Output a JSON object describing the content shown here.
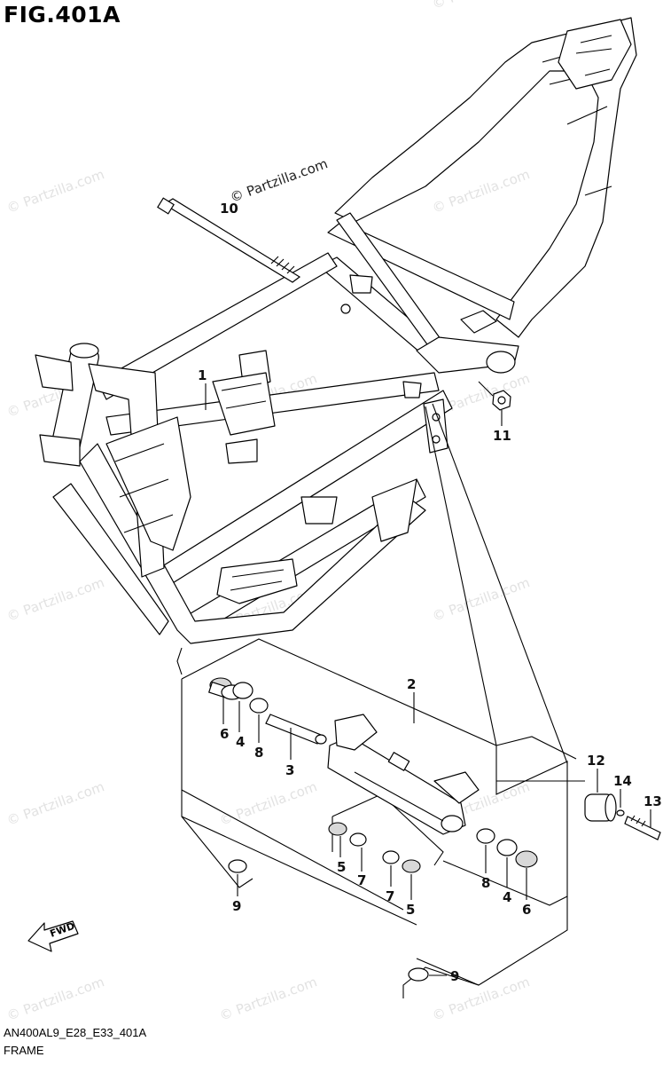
{
  "figure": {
    "title": "FIG.401A",
    "code": "AN400AL9_E28_E33_401A",
    "caption": "FRAME"
  },
  "watermark": {
    "main": "© Partzilla.com",
    "repeat": "© Partzilla.com"
  },
  "callouts": {
    "c1": "1",
    "c2": "2",
    "c3": "3",
    "c4a": "4",
    "c4b": "4",
    "c5a": "5",
    "c5b": "5",
    "c6a": "6",
    "c6b": "6",
    "c7a": "7",
    "c7b": "7",
    "c8a": "8",
    "c8b": "8",
    "c9a": "9",
    "c9b": "9",
    "c10": "10",
    "c11": "11",
    "c12": "12",
    "c13": "13",
    "c14": "14"
  },
  "fwd_label": "FWD"
}
